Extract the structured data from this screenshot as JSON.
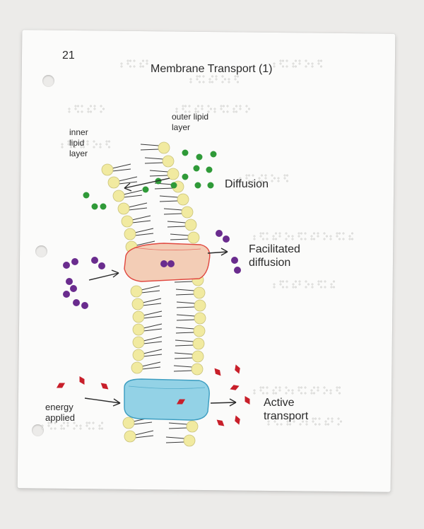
{
  "page": {
    "number": "21",
    "title": "Membrane Transport (1)"
  },
  "labels": {
    "outer_lipid": "outer lipid\nlayer",
    "inner_lipid": "inner\nlipid\nlayer",
    "diffusion": "Diffusion",
    "facilitated": "Facilitated\ndiffusion",
    "energy": "energy\napplied",
    "active": "Active\ntransport"
  },
  "colors": {
    "paper": "#fbfbfa",
    "lipid_head": "#f1eaa0",
    "lipid_tail": "#3a3a3a",
    "diffusion_molecule": "#2f9a38",
    "facilitated_molecule": "#6a2c8e",
    "active_molecule": "#c81f2a",
    "channel_protein": "#f3c9b3",
    "pump_protein": "#8fd0e4"
  }
}
